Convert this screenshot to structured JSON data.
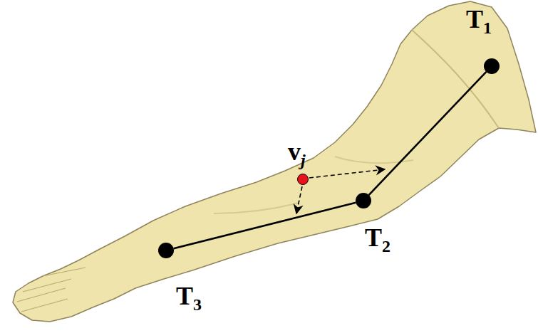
{
  "diagram": {
    "nodes": [
      {
        "text": [
          "T1"
        ]
      },
      {
        "text": [
          "vj"
        ]
      },
      {
        "text": [
          "T2"
        ]
      },
      {
        "text": [
          "T3"
        ]
      }
    ],
    "edges": [
      {
        "from": 0,
        "to": 2,
        "arrow": "none"
      },
      {
        "from": 2,
        "to": 3,
        "arrow": "none"
      }
    ]
  }
}
